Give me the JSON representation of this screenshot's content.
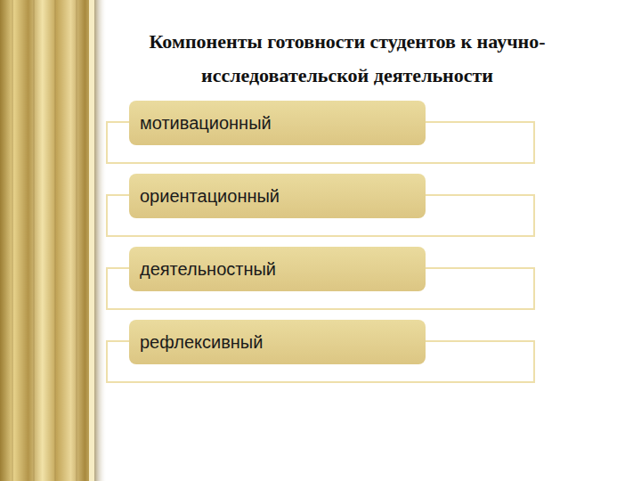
{
  "diagram": {
    "title": "Компоненты готовности студентов к научно-исследовательской деятельности",
    "nodes": [
      {
        "text": [
          "мотивационный"
        ]
      },
      {
        "text": [
          "ориентационный"
        ]
      },
      {
        "text": [
          "деятельностный"
        ]
      },
      {
        "text": [
          "рефлексивный"
        ]
      }
    ]
  }
}
